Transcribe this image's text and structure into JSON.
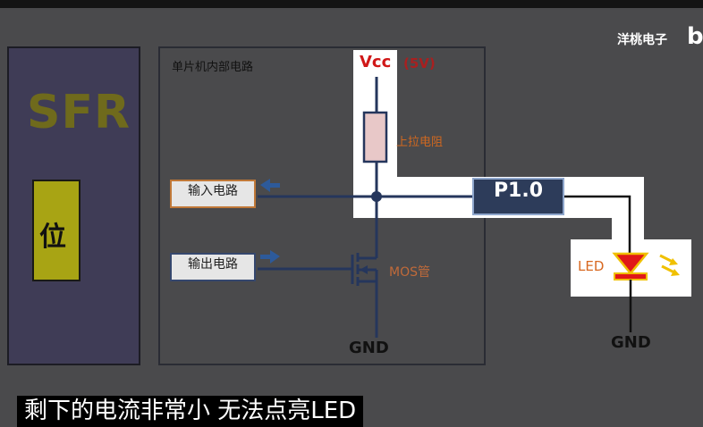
{
  "watermark": {
    "brand": "洋桃电子",
    "logo_char": "b"
  },
  "sfr": {
    "label": "SFR",
    "bit_label": "位"
  },
  "mcu": {
    "title": "单片机内部电路"
  },
  "vcc": {
    "label": "Vcc",
    "voltage": "(5V)"
  },
  "pullup": {
    "label": "上拉电阻"
  },
  "input_circuit": {
    "label": "输入电路"
  },
  "output_circuit": {
    "label": "输出电路"
  },
  "mos": {
    "label": "MOS管"
  },
  "gnd": {
    "mcu": "GND",
    "led": "GND"
  },
  "pin": {
    "label": "P1.0"
  },
  "led": {
    "label": "LED"
  },
  "subtitle": {
    "text": "剩下的电流非常小 无法点亮LED"
  },
  "colors": {
    "background": "#4a4a4c",
    "highlight_path": "#ffffff",
    "wire": "#25365c",
    "vcc": "#d01818",
    "led_fill": "#e01818",
    "led_outline": "#f0c000",
    "sfr_fill": "#3f3c56",
    "bit_fill": "#a8a414"
  }
}
